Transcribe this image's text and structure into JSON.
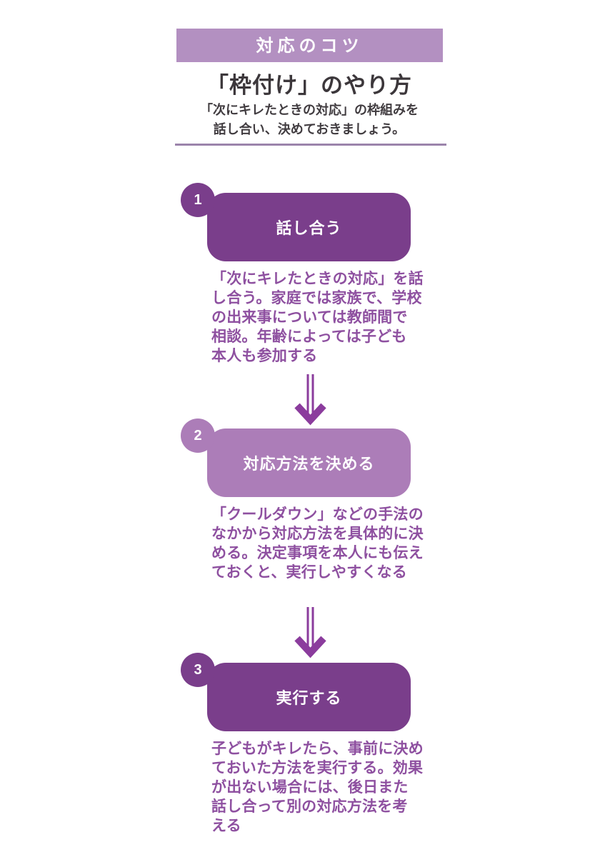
{
  "header": {
    "banner": "対応のコツ",
    "title": "「枠付け」のやり方",
    "subtitle": "「次にキレたときの対応」の枠組みを\n話し合い、決めておきましょう。"
  },
  "steps": [
    {
      "number": "1",
      "label": "話し合う",
      "description": "「次にキレたときの対応」を話\nし合う。家庭では家族で、学校\nの出来事については教師間で\n相談。年齢によっては子ども\n本人も参加する"
    },
    {
      "number": "2",
      "label": "対応方法を決める",
      "description": "「クールダウン」などの手法の\nなかから対応方法を具体的に決\nめる。決定事項を本人にも伝え\nておくと、実行しやすくなる"
    },
    {
      "number": "3",
      "label": "実行する",
      "description": "子どもがキレたら、事前に決め\nておいた方法を実行する。効果\nが出ない場合には、後日また\n話し合って別の対応方法を考\nえる"
    }
  ],
  "colors": {
    "banner_bg": "#b390c1",
    "step_dark_purple": "#7a3e8b",
    "step_light_purple": "#ac7db8",
    "description_text": "#8e50a0",
    "divider": "#9b84ab",
    "arrow": "#8b3c9d",
    "heading_text": "#3c373b"
  }
}
